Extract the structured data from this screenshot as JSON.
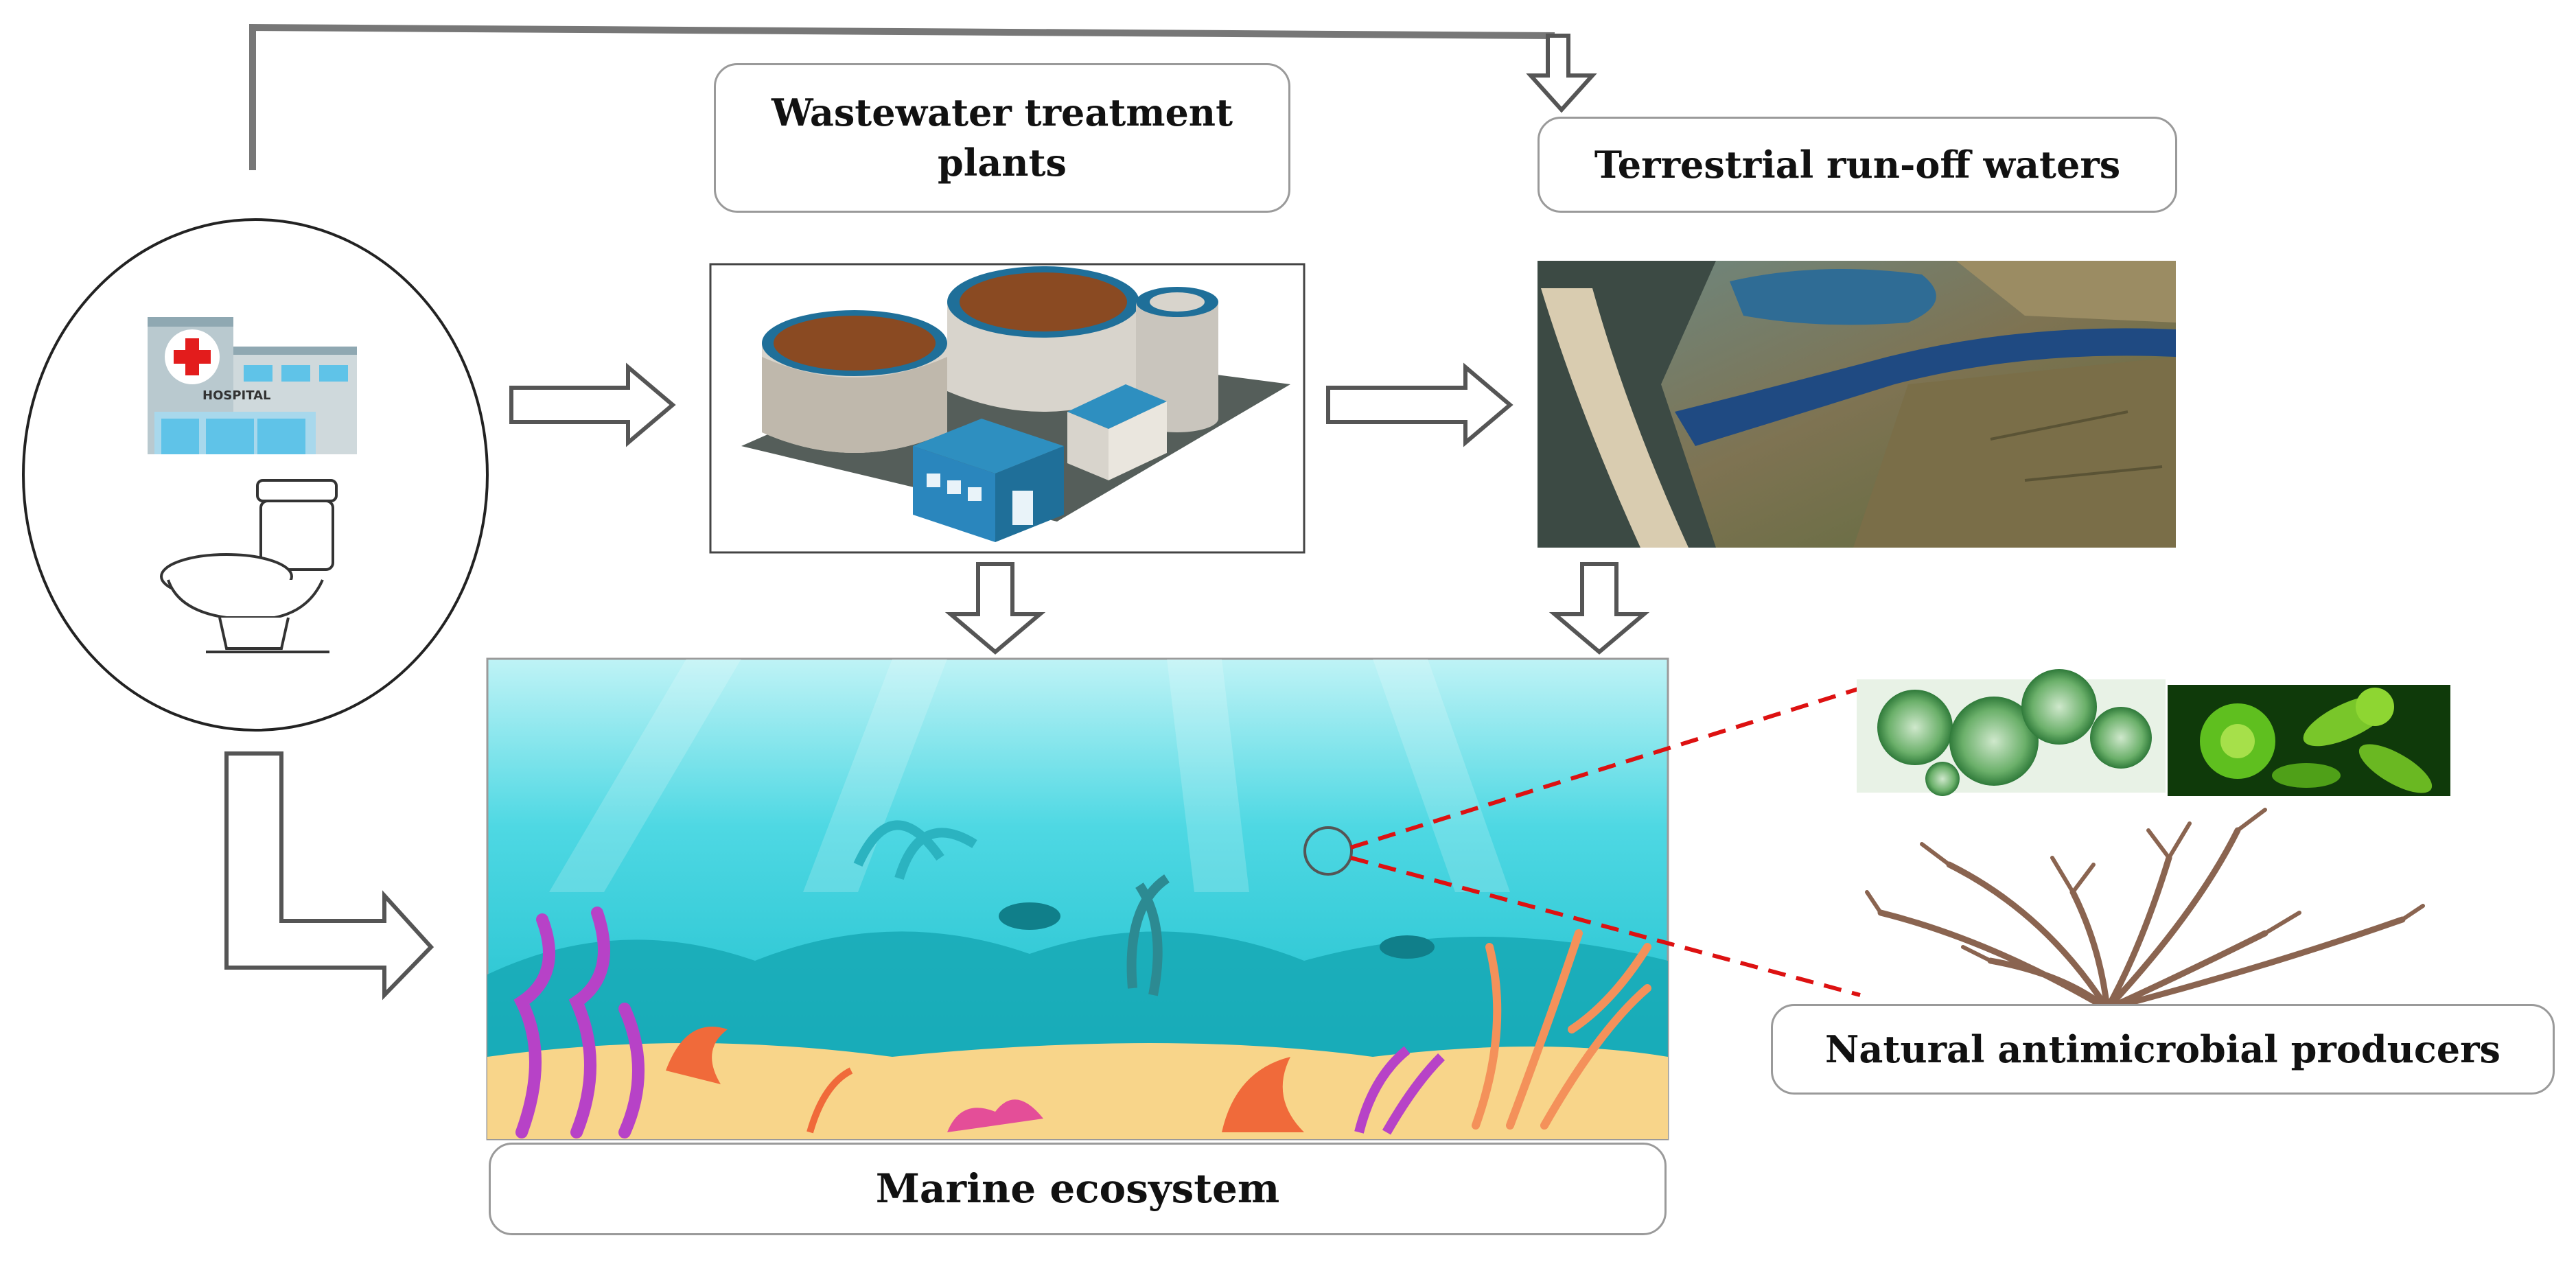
{
  "labels": {
    "wwtp_line1": "Wastewater treatment",
    "wwtp_line2": "plants",
    "runoff": "Terrestrial run-off waters",
    "marine": "Marine ecosystem",
    "producers": "Natural antimicrobial producers",
    "hospital_sign": "HOSPITAL"
  },
  "icons": {
    "hospital": "hospital-icon",
    "toilet": "toilet-icon",
    "treatment_plant": "wastewater-treatment-plant-illustration",
    "river": "aerial-river-photo",
    "sea": "underwater-reef-illustration",
    "bacteria": "green-bacteria-micrographs",
    "seaweed": "red-seaweed-illustration"
  },
  "colors": {
    "arrow": "#555555",
    "connector": "#dd1111",
    "sea": "#1ec6d6",
    "sand": "#f8d58a"
  }
}
